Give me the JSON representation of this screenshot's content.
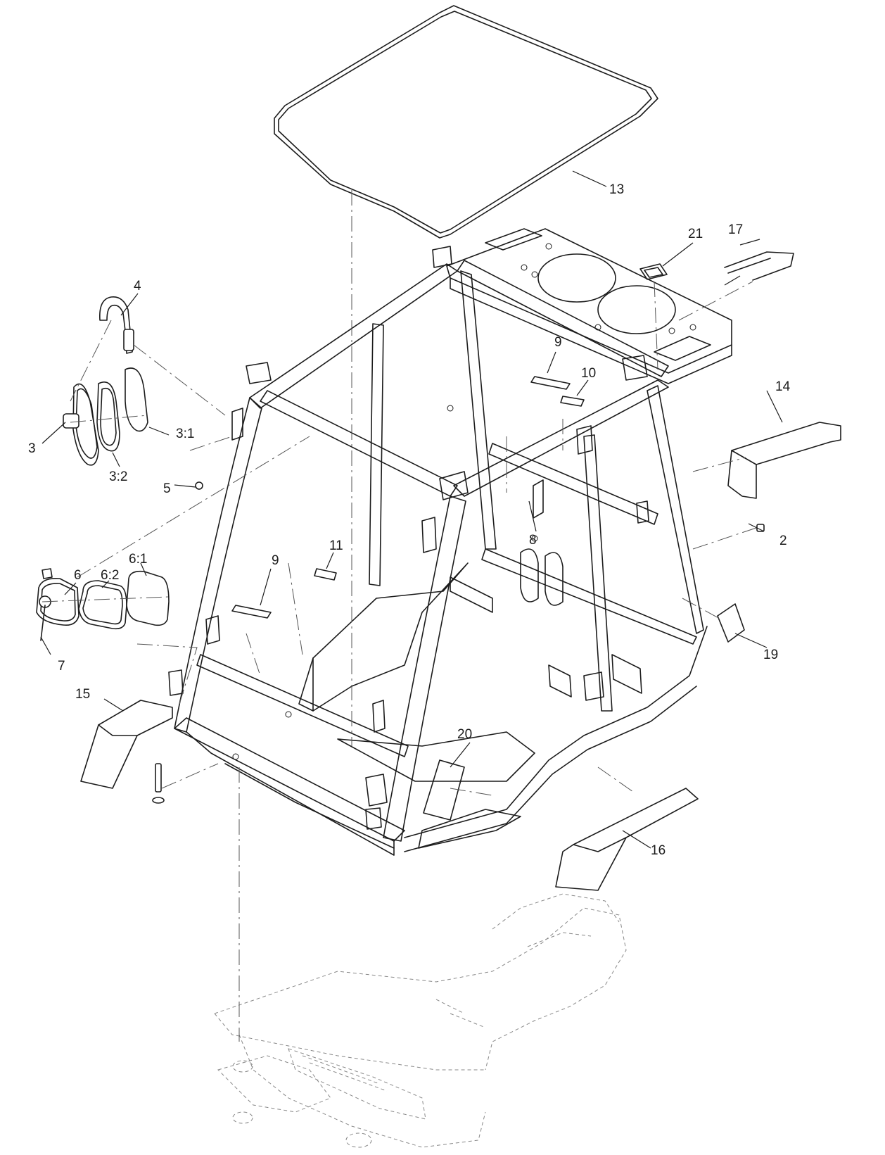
{
  "callouts": {
    "c2": "2",
    "c3": "3",
    "c3_1": "3:1",
    "c3_2": "3:2",
    "c4": "4",
    "c5": "5",
    "c6": "6",
    "c6_1": "6:1",
    "c6_2": "6:2",
    "c7": "7",
    "c8": "8",
    "c9a": "9",
    "c9b": "9",
    "c10": "10",
    "c11": "11",
    "c13": "13",
    "c14": "14",
    "c15": "15",
    "c16": "16",
    "c17": "17",
    "c19": "19",
    "c20": "20",
    "c21": "21"
  }
}
